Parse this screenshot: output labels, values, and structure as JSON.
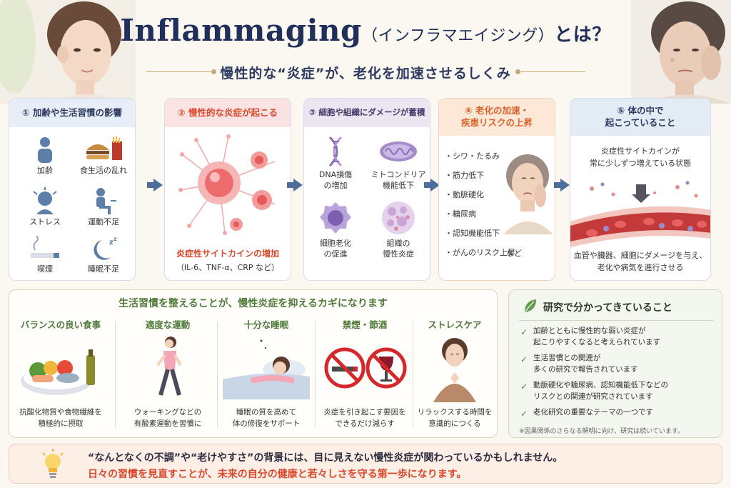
{
  "header": {
    "title_main": "Inflammaging",
    "title_paren": "（インフラマエイジング）",
    "title_tail": "とは？",
    "subtitle": "慢性的な“炎症”が、老化を加速させるしくみ"
  },
  "steps": [
    {
      "title": "① 加齢や生活習慣の影響",
      "items": [
        "加齢",
        "食生活の乱れ",
        "ストレス",
        "運動不足",
        "喫煙",
        "睡眠不足"
      ]
    },
    {
      "title": "② 慢性的な炎症が起こる",
      "caption": "炎症性サイトカインの増加",
      "detail": "（IL-6、TNF-α、CRP など）"
    },
    {
      "title": "③ 細胞や組織にダメージが蓄積",
      "items": [
        "DNA損傷\nの増加",
        "ミトコンドリア\n機能低下",
        "細胞老化\nの促進",
        "組織の\n慢性炎症"
      ]
    },
    {
      "title_line1": "④ 老化の加速・",
      "title_line2": "疾患リスクの上昇",
      "list": [
        "・シワ・たるみ",
        "・筋力低下",
        "・動脈硬化",
        "・糖尿病",
        "・認知機能低下",
        "・がんのリスク上昇"
      ],
      "etc": "など"
    },
    {
      "title_line1": "⑤ 体の中で",
      "title_line2": "起こっていること",
      "top_text": "炎症性サイトカインが\n常に少しずつ増えている状態",
      "bottom_text": "血管や臓器、細胞にダメージを与え、\n老化や病気を進行させる"
    }
  ],
  "lifestyle": {
    "title": "生活習慣を整えることが、慢性炎症を抑えるカギになります",
    "items": [
      {
        "title": "バランスの良い食事",
        "text": "抗酸化物質や食物繊維を\n積極的に摂取"
      },
      {
        "title": "適度な運動",
        "text": "ウォーキングなどの\n有酸素運動を習慣に"
      },
      {
        "title": "十分な睡眠",
        "text": "睡眠の質を高めて\n体の修復をサポート"
      },
      {
        "title": "禁煙・節酒",
        "text": "炎症を引き起こす要因を\nできるだけ減らす"
      },
      {
        "title": "ストレスケア",
        "text": "リラックスする時間を\n意識的につくる"
      }
    ]
  },
  "research": {
    "title": "研究で分かってきていること",
    "items": [
      "加齢とともに慢性的な弱い炎症が\n起こりやすくなると考えられています",
      "生活習慣との関連が\n多くの研究で報告されています",
      "動脈硬化や糖尿病、認知機能低下などの\nリスクとの関連が研究されています",
      "老化研究の重要なテーマの一つです"
    ],
    "note": "※因果関係のさらなる解明に向け、研究は続いています。"
  },
  "banner": {
    "line1": "“なんとなくの不調”や“老けやすさ”の背景には、目に見えない慢性炎症が関わっているかもしれません。",
    "line2": "日々の習慣を見直すことが、未来の自分の健康と若々しさを守る第一歩になります。"
  },
  "colors": {
    "step1_head": "#e8eef8",
    "step2_head": "#fbe3e3",
    "step3_head": "#ece6f3",
    "step4_head": "#fde7d6",
    "step5_head": "#e3ebf5",
    "accent_red": "#d9482b",
    "accent_green": "#4f7a3a",
    "navy": "#20305a"
  }
}
